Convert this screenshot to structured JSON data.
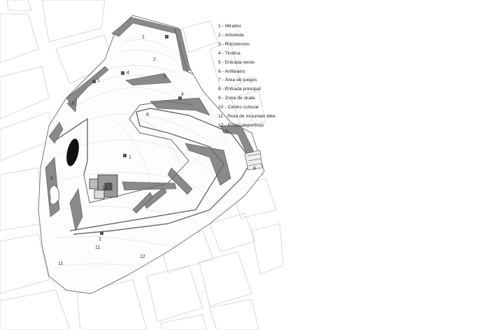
{
  "legend": {
    "items": [
      {
        "number": "1",
        "label": "Mirador"
      },
      {
        "number": "2",
        "label": "Arboleda"
      },
      {
        "number": "3",
        "label": "Rocódromo"
      },
      {
        "number": "4",
        "label": "Tirolina"
      },
      {
        "number": "5",
        "label": "Entrada oeste"
      },
      {
        "number": "6",
        "label": "Anfiteatro"
      },
      {
        "number": "7",
        "label": "Área de juegos"
      },
      {
        "number": "8",
        "label": "Entrada principal"
      },
      {
        "number": "9",
        "label": "Zona de skate"
      },
      {
        "number": "10",
        "label": "Centro cultural"
      },
      {
        "number": "11",
        "label": "Pista de mountain bike"
      },
      {
        "number": "12",
        "label": "Pistas deportivas"
      }
    ],
    "separator": " - "
  },
  "map_labels": {
    "mirador_top": "1",
    "mirador_left": "1",
    "mirador_center": "1",
    "mirador_bottom": "1",
    "arboleda": "2",
    "rocodromo_a": "3",
    "rocodromo_b": "3",
    "tirolina_a": "4",
    "tirolina_b": "4",
    "entrada_oeste": "5",
    "anfiteatro": "6",
    "entrada_principal": "8",
    "zona_skate": "9",
    "centro_cultural": "10",
    "mountain_bike_a": "11",
    "mountain_bike_b": "11",
    "pistas_deportivas": "12"
  },
  "colors": {
    "path_fill": "#8a8a8a",
    "path_dark": "#555555",
    "line": "#9a9a9a",
    "street": "#c8c8c8",
    "pond": "#111111"
  }
}
